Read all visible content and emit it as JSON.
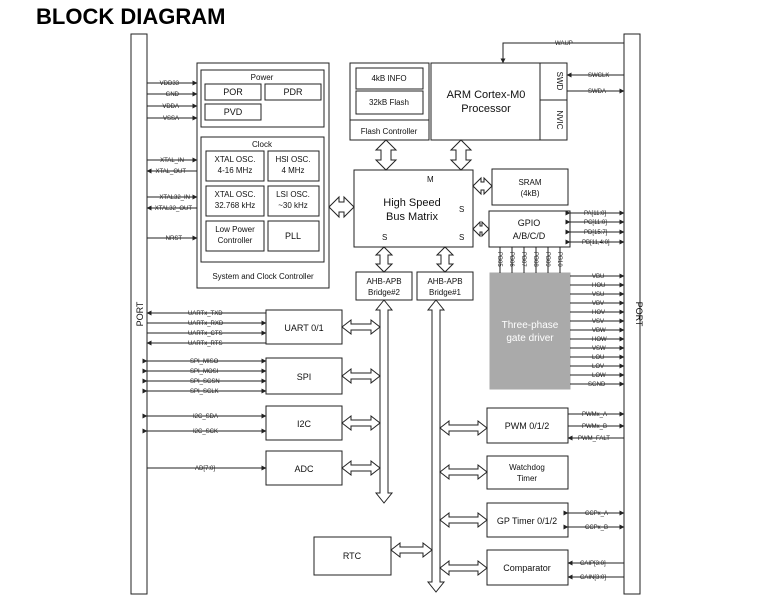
{
  "title": "BLOCK DIAGRAM",
  "ports": {
    "left": "PORT",
    "right": "PORT"
  },
  "power": {
    "group": "Power",
    "por": "POR",
    "pdr": "PDR",
    "pvd": "PVD",
    "signals": [
      "VDD33",
      "GND",
      "VDDA",
      "VSSA"
    ]
  },
  "clock": {
    "group": "Clock",
    "xtal_osc_1": "XTAL OSC.",
    "xtal_osc_1_freq": "4-16 MHz",
    "hsi_osc": "HSI OSC.",
    "hsi_osc_freq": "4 MHz",
    "xtal_osc_2": "XTAL OSC.",
    "xtal_osc_2_freq": "32.768 kHz",
    "lsi_osc": "LSI OSC.",
    "lsi_osc_freq": "~30 kHz",
    "low_power_1": "Low Power",
    "low_power_2": "Controller",
    "pll": "PLL",
    "signals": [
      "XTAL_IN",
      "XTAL_OUT",
      "XTAL32_IN",
      "XTAL32_OUT",
      "NRST"
    ]
  },
  "system_clock_controller": "System and Clock Controller",
  "flash": {
    "info": "4kB INFO",
    "flash": "32kB Flash",
    "controller": "Flash Controller"
  },
  "cpu": {
    "line1": "ARM Cortex-M0",
    "line2": "Processor",
    "swd": "SWD",
    "nvic": "NVIC",
    "waup": "WAUP",
    "swclk": "SWCLK",
    "swda": "SWDA"
  },
  "bus_matrix": {
    "line1": "High Speed",
    "line2": "Bus Matrix",
    "m": "M",
    "s": "S"
  },
  "sram": {
    "line1": "SRAM",
    "line2": "(4kB)"
  },
  "gpio": {
    "line1": "GPIO",
    "line2": "A/B/C/D",
    "signals": [
      "PA[11:0]",
      "PC[11:0]",
      "PD[15:7]",
      "PB[11,4:0]"
    ]
  },
  "bridge2": {
    "line1": "AHB-APB",
    "line2": "Bridge#2"
  },
  "bridge1": {
    "line1": "AHB-APB",
    "line2": "Bridge#1"
  },
  "gate_driver": {
    "line1": "Three-phase",
    "line2": "gate driver",
    "pins": [
      "PB05",
      "PB06",
      "PB07",
      "PB08",
      "PB09",
      "PB10"
    ],
    "signals": [
      "VBU",
      "HOU",
      "VSU",
      "VBV",
      "HOV",
      "VSV",
      "VBW",
      "HOW",
      "VSW",
      "LOU",
      "LOV",
      "LOW",
      "SGND"
    ]
  },
  "uart": {
    "label": "UART 0/1",
    "signals": [
      "UARTx_TXD",
      "UARTx_RXD",
      "UARTx_CTS",
      "UARTx_RTS"
    ]
  },
  "spi": {
    "label": "SPI",
    "signals": [
      "SPI_MISO",
      "SPI_MOSI",
      "SPI_SCSN",
      "SPI_SCLK"
    ]
  },
  "i2c": {
    "label": "I2C",
    "signals": [
      "I2C_SDA",
      "I2C_SCK"
    ]
  },
  "adc": {
    "label": "ADC",
    "signals": [
      "AD[7:0]"
    ]
  },
  "rtc": {
    "label": "RTC"
  },
  "pwm": {
    "label": "PWM 0/1/2",
    "signals": [
      "PWMx_A",
      "PWMx_B",
      "PWM_FALT"
    ]
  },
  "watchdog": {
    "line1": "Watchdog",
    "line2": "Timer"
  },
  "gp_timer": {
    "label": "GP Timer 0/1/2",
    "signals": [
      "CCPx_A",
      "CCPx_B"
    ]
  },
  "comparator": {
    "label": "Comparator",
    "signals": [
      "CAIP[3:0]",
      "CAIN[3:0]"
    ]
  }
}
